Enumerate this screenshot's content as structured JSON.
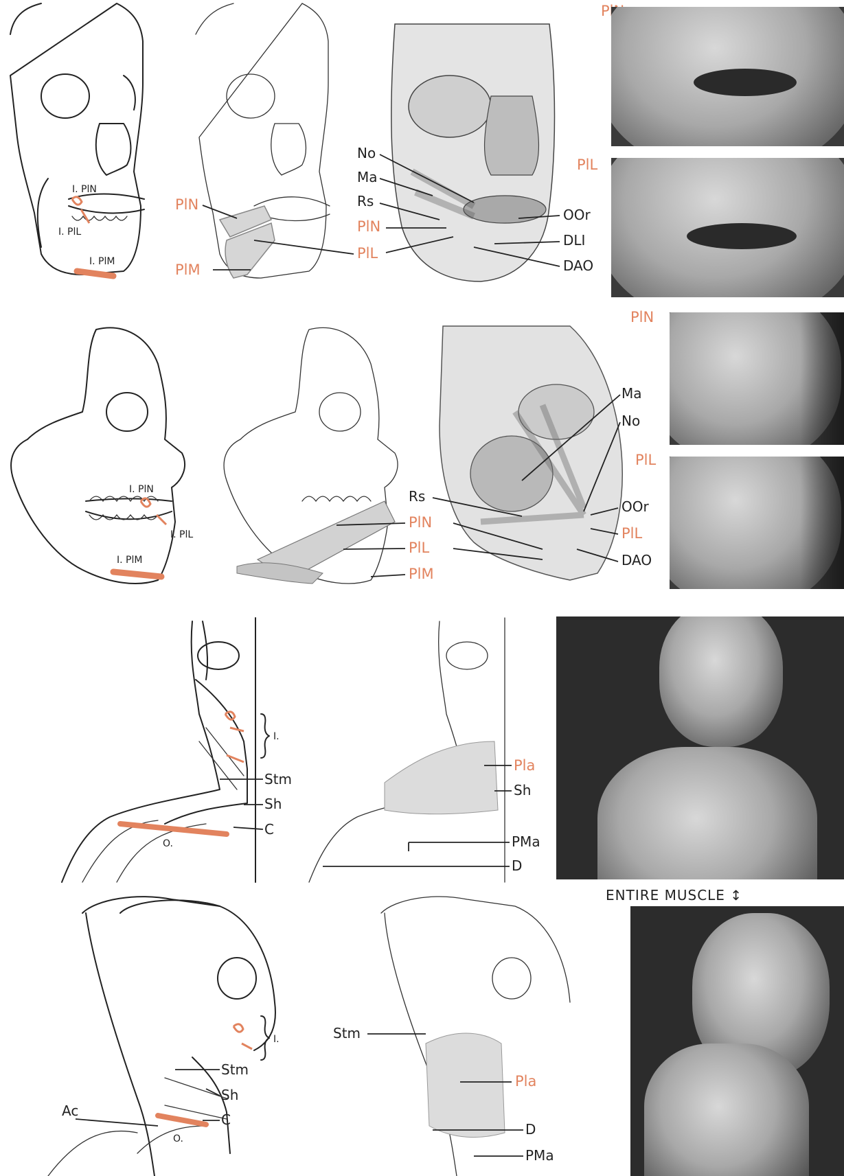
{
  "colors": {
    "accent": "#e2835e",
    "ink": "#222222"
  },
  "row1": {
    "skull": {
      "labels": [
        "I. PlN",
        "I. PlL",
        "I. PlM"
      ]
    },
    "skull2": {
      "labels": [
        "PlN",
        "PlM"
      ]
    },
    "muscle": {
      "labels": [
        "No",
        "Ma",
        "Rs",
        "PlN",
        "PlL",
        "OOr",
        "DLI",
        "DAO"
      ]
    },
    "photos": [
      {
        "label": "PlN"
      },
      {
        "label": "PlL"
      }
    ]
  },
  "row2": {
    "skull": {
      "labels": [
        "I. PlN",
        "I. PlL",
        "I. PlM"
      ]
    },
    "skull2": {
      "labels": [
        "PlN",
        "PlL",
        "PlM"
      ]
    },
    "muscle": {
      "labels": [
        "Ma",
        "No",
        "Rs",
        "OOr",
        "PlL",
        "DAO"
      ]
    },
    "photos": [
      {
        "label": "PlN"
      },
      {
        "label": "PlL"
      }
    ]
  },
  "row3": {
    "neck": {
      "labels": [
        "I.",
        "Stm",
        "Sh",
        "C",
        "O."
      ]
    },
    "neck2": {
      "labels": [
        "Pla",
        "Sh",
        "PMa",
        "D"
      ]
    },
    "caption": "ENTIRE MUSCLE"
  },
  "row4": {
    "neck": {
      "labels": [
        "I.",
        "Stm",
        "Sh",
        "Ac",
        "C",
        "O."
      ]
    },
    "neck2": {
      "labels": [
        "Stm",
        "Pla",
        "D",
        "PMa"
      ]
    }
  }
}
